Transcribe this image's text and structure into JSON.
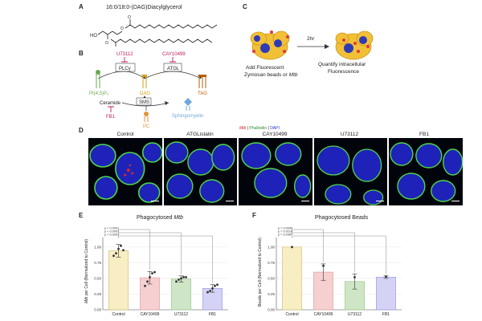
{
  "panel_a": {
    "letter": "A",
    "title": "16:0/18:0-(DAG)Diacylglycerol",
    "ho_label": "HO"
  },
  "panel_b": {
    "letter": "B",
    "u73112": "U73112",
    "cay10499": "CAY10499",
    "plc": "PLCγ",
    "atgl": "ATGL",
    "pip2": "PI(4,5)P₂",
    "dag": "DAG",
    "tag": "TAG",
    "ceramide": "Ceramide",
    "sms": "SMS",
    "sphingomyelin": "Sphingomyelin",
    "fb1": "FB1",
    "pc": "PC"
  },
  "panel_c": {
    "letter": "C",
    "time": "2hr",
    "add_line1": "Add Fluorescent",
    "add_line2": "Zymosan beads or",
    "add_mtb": "Mtb",
    "quant_line1": "Quantify intracellular",
    "quant_line2": "Fluorescence"
  },
  "panel_d": {
    "letter": "D",
    "legend_mtb": "Mtb",
    "legend_sep1": " | ",
    "legend_phalloidin": "Phalloidin",
    "legend_sep2": " | ",
    "legend_dapi": "DAPI",
    "panels": [
      "Control",
      "ATGListatin",
      "CAY10499",
      "U73112",
      "FB1"
    ]
  },
  "panel_e": {
    "letter": "E",
    "title_prefix": "Phagocytosed ",
    "title_italic": "Mtb",
    "ylabel_italic": "Mtb",
    "ylabel_rest": " per Cell (Normalized to Control)",
    "pvals": [
      "p < 0.0001",
      "p < 0.0001",
      "p < 0.0001"
    ],
    "ticks": [
      "0.00",
      "0.25",
      "0.50",
      "0.75",
      "1.00"
    ]
  },
  "panel_f": {
    "letter": "F",
    "title": "Phagocytosed Beads",
    "ylabel": "Beads per Cell (Normalized to Control)",
    "pvals": [
      "p = 0.0044",
      "p = 0.0218",
      "p = 0.0467"
    ],
    "ticks": [
      "0.00",
      "0.25",
      "0.50",
      "0.75",
      "1.00"
    ]
  },
  "chart_data": [
    {
      "type": "bar",
      "title": "Phagocytosed Mtb",
      "ylabel": "Mtb per Cell (Normalized to Control)",
      "xlabel": "",
      "categories": [
        "Control",
        "CAY10499",
        "U73112",
        "FB1"
      ],
      "values": [
        0.94,
        0.51,
        0.49,
        0.34
      ],
      "errors": [
        0.1,
        0.1,
        0.05,
        0.06
      ],
      "points": [
        [
          0.86,
          0.9,
          0.97,
          1.02,
          0.95
        ],
        [
          0.38,
          0.45,
          0.52,
          0.58,
          0.6
        ],
        [
          0.45,
          0.48,
          0.5,
          0.52,
          0.52
        ],
        [
          0.28,
          0.3,
          0.34,
          0.38,
          0.4
        ]
      ],
      "colors": [
        "#f7eec4",
        "#f6cfd0",
        "#cfe6c6",
        "#d5d3f5"
      ],
      "edge_colors": [
        "#d8c27a",
        "#e5a3a6",
        "#9cc790",
        "#9f9be6"
      ],
      "ylim": [
        0,
        1.1
      ],
      "grid": true
    },
    {
      "type": "bar",
      "title": "Phagocytosed Beads",
      "ylabel": "Beads per Cell (Normalized to Control)",
      "xlabel": "",
      "categories": [
        "Control",
        "CAY10499",
        "U73112",
        "FB1"
      ],
      "values": [
        1.0,
        0.6,
        0.45,
        0.52
      ],
      "errors": [
        0.0,
        0.13,
        0.12,
        0.02
      ],
      "points": [
        [
          1.0
        ],
        [
          0.7
        ],
        [
          0.52
        ],
        [
          0.53
        ]
      ],
      "colors": [
        "#f7eec4",
        "#f6cfd0",
        "#cfe6c6",
        "#d5d3f5"
      ],
      "edge_colors": [
        "#d8c27a",
        "#e5a3a6",
        "#9cc790",
        "#9f9be6"
      ],
      "ylim": [
        0,
        1.1
      ],
      "grid": true
    }
  ]
}
